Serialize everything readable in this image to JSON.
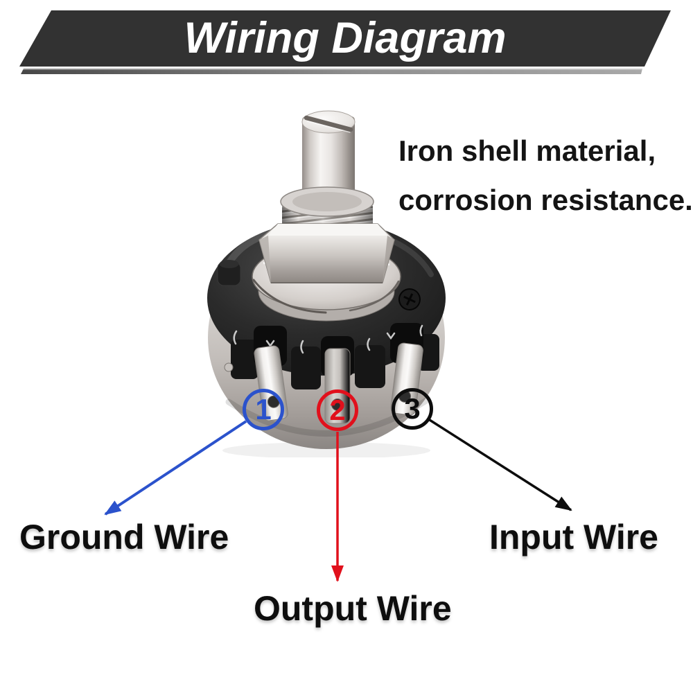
{
  "banner": {
    "title": "Wiring Diagram",
    "bg_color": "#323232"
  },
  "feature_note": {
    "line1": "Iron shell material,",
    "line2": "corrosion resistance."
  },
  "callouts": [
    {
      "number": "1",
      "label": "Ground Wire",
      "color": "#2b52cc"
    },
    {
      "number": "2",
      "label": "Output Wire",
      "color": "#e1101c"
    },
    {
      "number": "3",
      "label": "Input Wire",
      "color": "#0d0d0d"
    }
  ]
}
